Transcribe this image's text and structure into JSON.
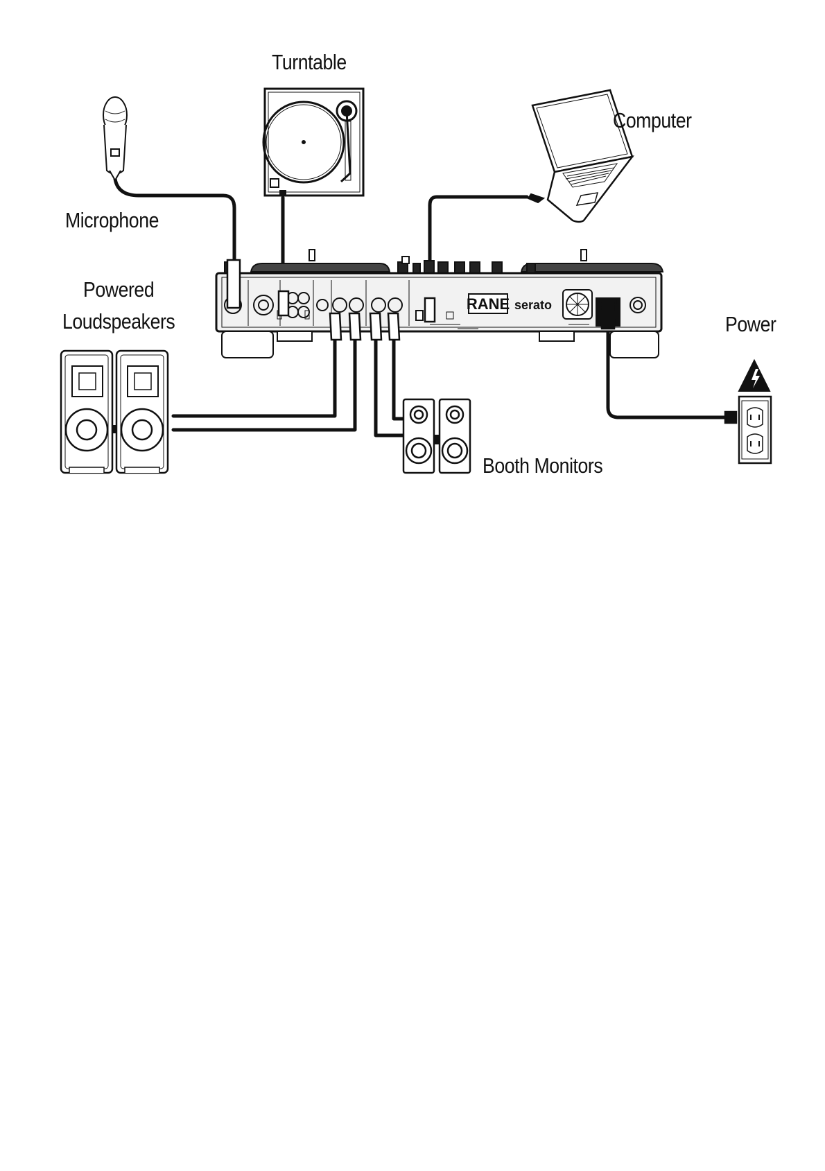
{
  "labels": {
    "turntable": "Turntable",
    "computer": "Computer",
    "microphone": "Microphone",
    "powered_loudspeakers_line1": "Powered",
    "powered_loudspeakers_line2": "Loudspeakers",
    "power": "Power",
    "booth_monitors": "Booth Monitors"
  },
  "controller_branding": {
    "rane": "RANE",
    "serato": "serato"
  },
  "colors": {
    "line": "#111111",
    "background": "#ffffff",
    "panel_fill": "#f2f2f2"
  }
}
